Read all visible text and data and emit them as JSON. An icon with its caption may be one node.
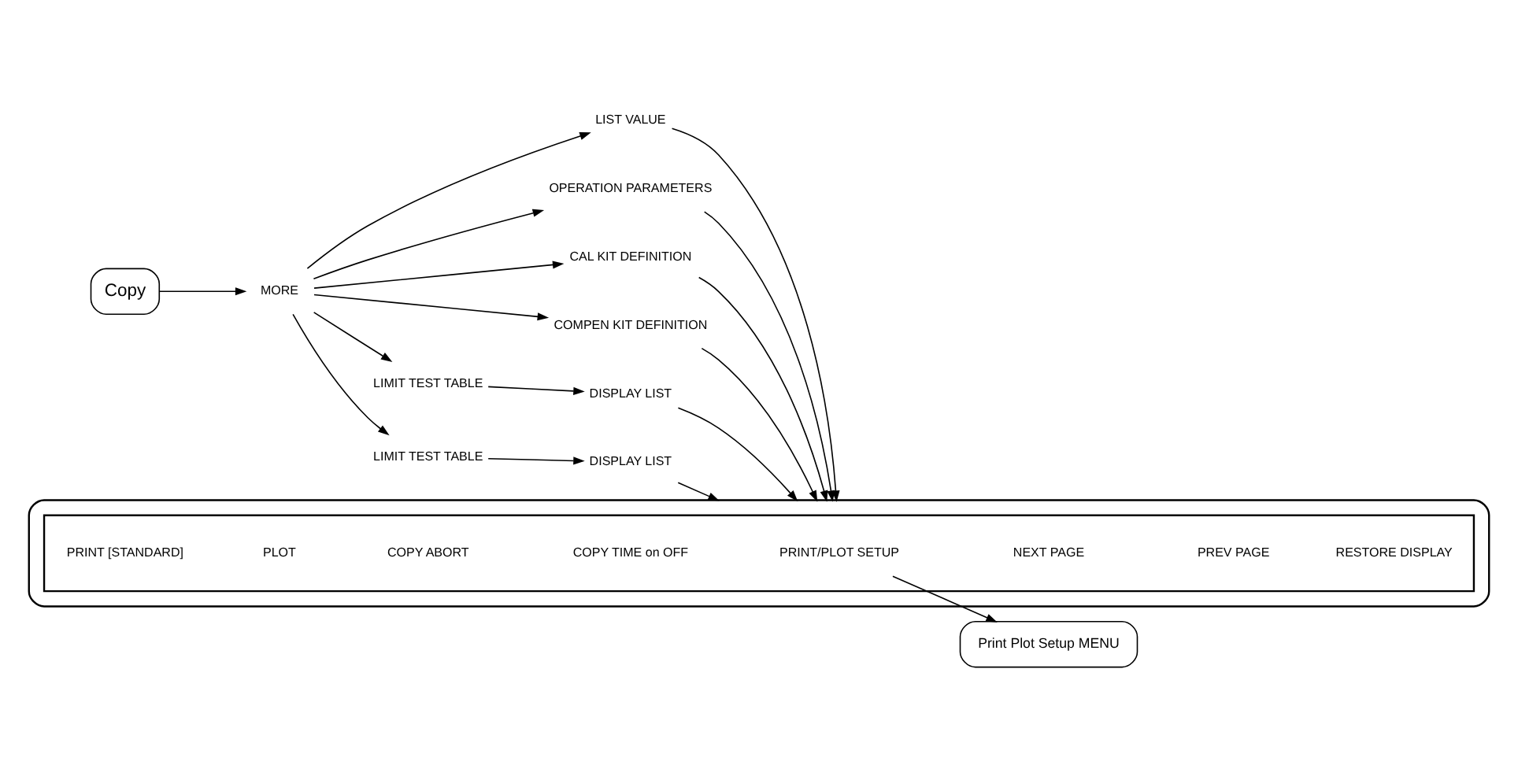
{
  "diagram": {
    "nodes": [
      {
        "text": [
          "Copy"
        ]
      },
      {
        "text": [
          "MORE"
        ]
      },
      {
        "text": [
          "LIST VALUE"
        ]
      },
      {
        "text": [
          "OPERATION PARAMETERS"
        ]
      },
      {
        "text": [
          "CAL KIT DEFINITION"
        ]
      },
      {
        "text": [
          "COMPEN KIT DEFINITION"
        ]
      },
      {
        "text": [
          "LIMIT TEST TABLE"
        ]
      },
      {
        "text": [
          "DISPLAY LIST"
        ]
      },
      {
        "text": [
          "LIMIT TEST TABLE"
        ]
      },
      {
        "text": [
          "DISPLAY LIST"
        ]
      },
      {
        "text": [],
        "shape": "box"
      },
      {
        "text": [],
        "shape": "box",
        "in": 10
      },
      {
        "text": [
          "PRINT [STANDARD]"
        ],
        "in": 11
      },
      {
        "text": [
          "PLOT"
        ],
        "in": 11
      },
      {
        "text": [
          "COPY ABORT"
        ],
        "in": 11
      },
      {
        "text": [
          "COPY TIME on OFF"
        ],
        "in": 11
      },
      {
        "text": [
          "PRINT/PLOT SETUP"
        ],
        "in": 11
      },
      {
        "text": [
          "NEXT PAGE"
        ],
        "in": 11
      },
      {
        "text": [
          "PREV PAGE"
        ],
        "in": 11
      },
      {
        "text": [
          "RESTORE DISPLAY"
        ],
        "in": 11
      },
      {
        "text": [
          "Print Plot Setup MENU"
        ]
      }
    ],
    "edges": [
      {
        "from": 0,
        "to": 1,
        "arrow": "to"
      },
      {
        "from": 1,
        "to": 2,
        "arrow": "to"
      },
      {
        "from": 1,
        "to": 3,
        "arrow": "to"
      },
      {
        "from": 1,
        "to": 4,
        "arrow": "to"
      },
      {
        "from": 1,
        "to": 5,
        "arrow": "to"
      },
      {
        "from": 1,
        "to": 6,
        "arrow": "to"
      },
      {
        "from": 1,
        "to": 8,
        "arrow": "to"
      },
      {
        "from": 6,
        "to": 7,
        "arrow": "to"
      },
      {
        "from": 8,
        "to": 9,
        "arrow": "to"
      },
      {
        "from": 2,
        "to": 10,
        "arrow": "to"
      },
      {
        "from": 3,
        "to": 10,
        "arrow": "to"
      },
      {
        "from": 4,
        "to": 10,
        "arrow": "to"
      },
      {
        "from": 5,
        "to": 10,
        "arrow": "to"
      },
      {
        "from": 7,
        "to": 10,
        "arrow": "to"
      },
      {
        "from": 9,
        "to": 10,
        "arrow": "to"
      },
      {
        "from": 16,
        "to": 20,
        "arrow": "to"
      }
    ]
  }
}
